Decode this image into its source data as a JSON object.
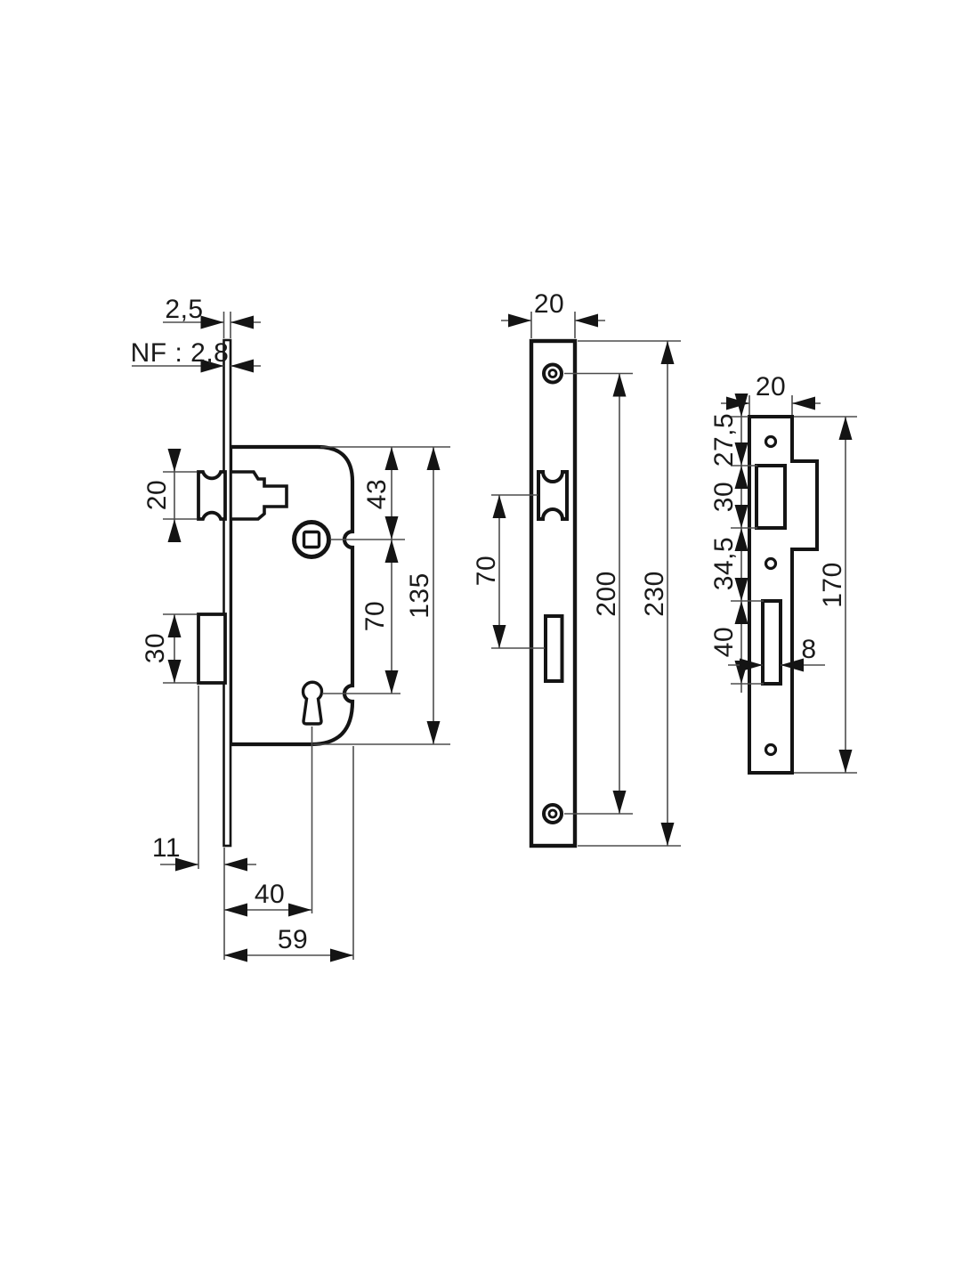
{
  "drawing_type": "mortise lock technical drawing, three orthographic views",
  "colors": {
    "line": "#141414",
    "dim_line": "#4d4d4d",
    "background": "#ffffff"
  },
  "labels": {
    "lock_body": {
      "plate_thickness": "2,5",
      "nf_plate_thickness": "NF : 2,8",
      "latch_height": "20",
      "deadbolt_height": "30",
      "top_to_spindle": "43",
      "spindle_to_keyhole": "70",
      "case_height": "135",
      "deadbolt_throw": "11",
      "backset": "40",
      "case_depth": "59"
    },
    "faceplate": {
      "width": "20",
      "latch_to_deadbolt": "70",
      "screw_centers": "200",
      "height": "230"
    },
    "strike_plate": {
      "width": "20",
      "top_to_latch_cutout": "27,5",
      "latch_cutout_height": "30",
      "between_cutouts": "34,5",
      "deadbolt_cutout_height": "40",
      "deadbolt_cutout_width": "8",
      "height": "170"
    }
  }
}
